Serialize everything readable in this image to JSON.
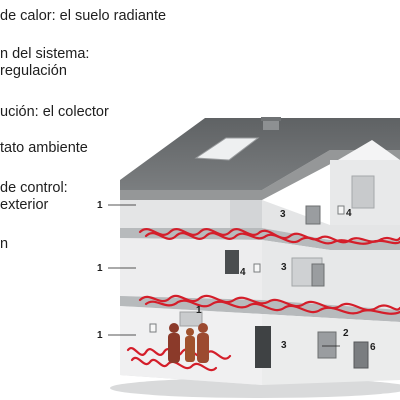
{
  "legend": [
    {
      "lines": [
        "de calor: el suelo radiante"
      ]
    },
    {
      "lines": [
        "n del sistema:",
        "regulación"
      ]
    },
    {
      "lines": [
        "ución: el colector"
      ]
    },
    {
      "lines": [
        "tato ambiente"
      ]
    },
    {
      "lines": [
        "de control:",
        "exterior"
      ]
    },
    {
      "lines": [
        "n"
      ]
    }
  ],
  "callouts": [
    "1",
    "1",
    "1",
    "1",
    "2",
    "3",
    "3",
    "3",
    "4",
    "4",
    "6"
  ],
  "colors": {
    "text": "#1e1e1e",
    "roof": "#6d7072",
    "wall": "#e6e7e8",
    "wall_shade": "#cbcdcf",
    "slab": "#b9bcbe",
    "pipe": "#d41e2a",
    "floor": "#f1f1f1"
  }
}
